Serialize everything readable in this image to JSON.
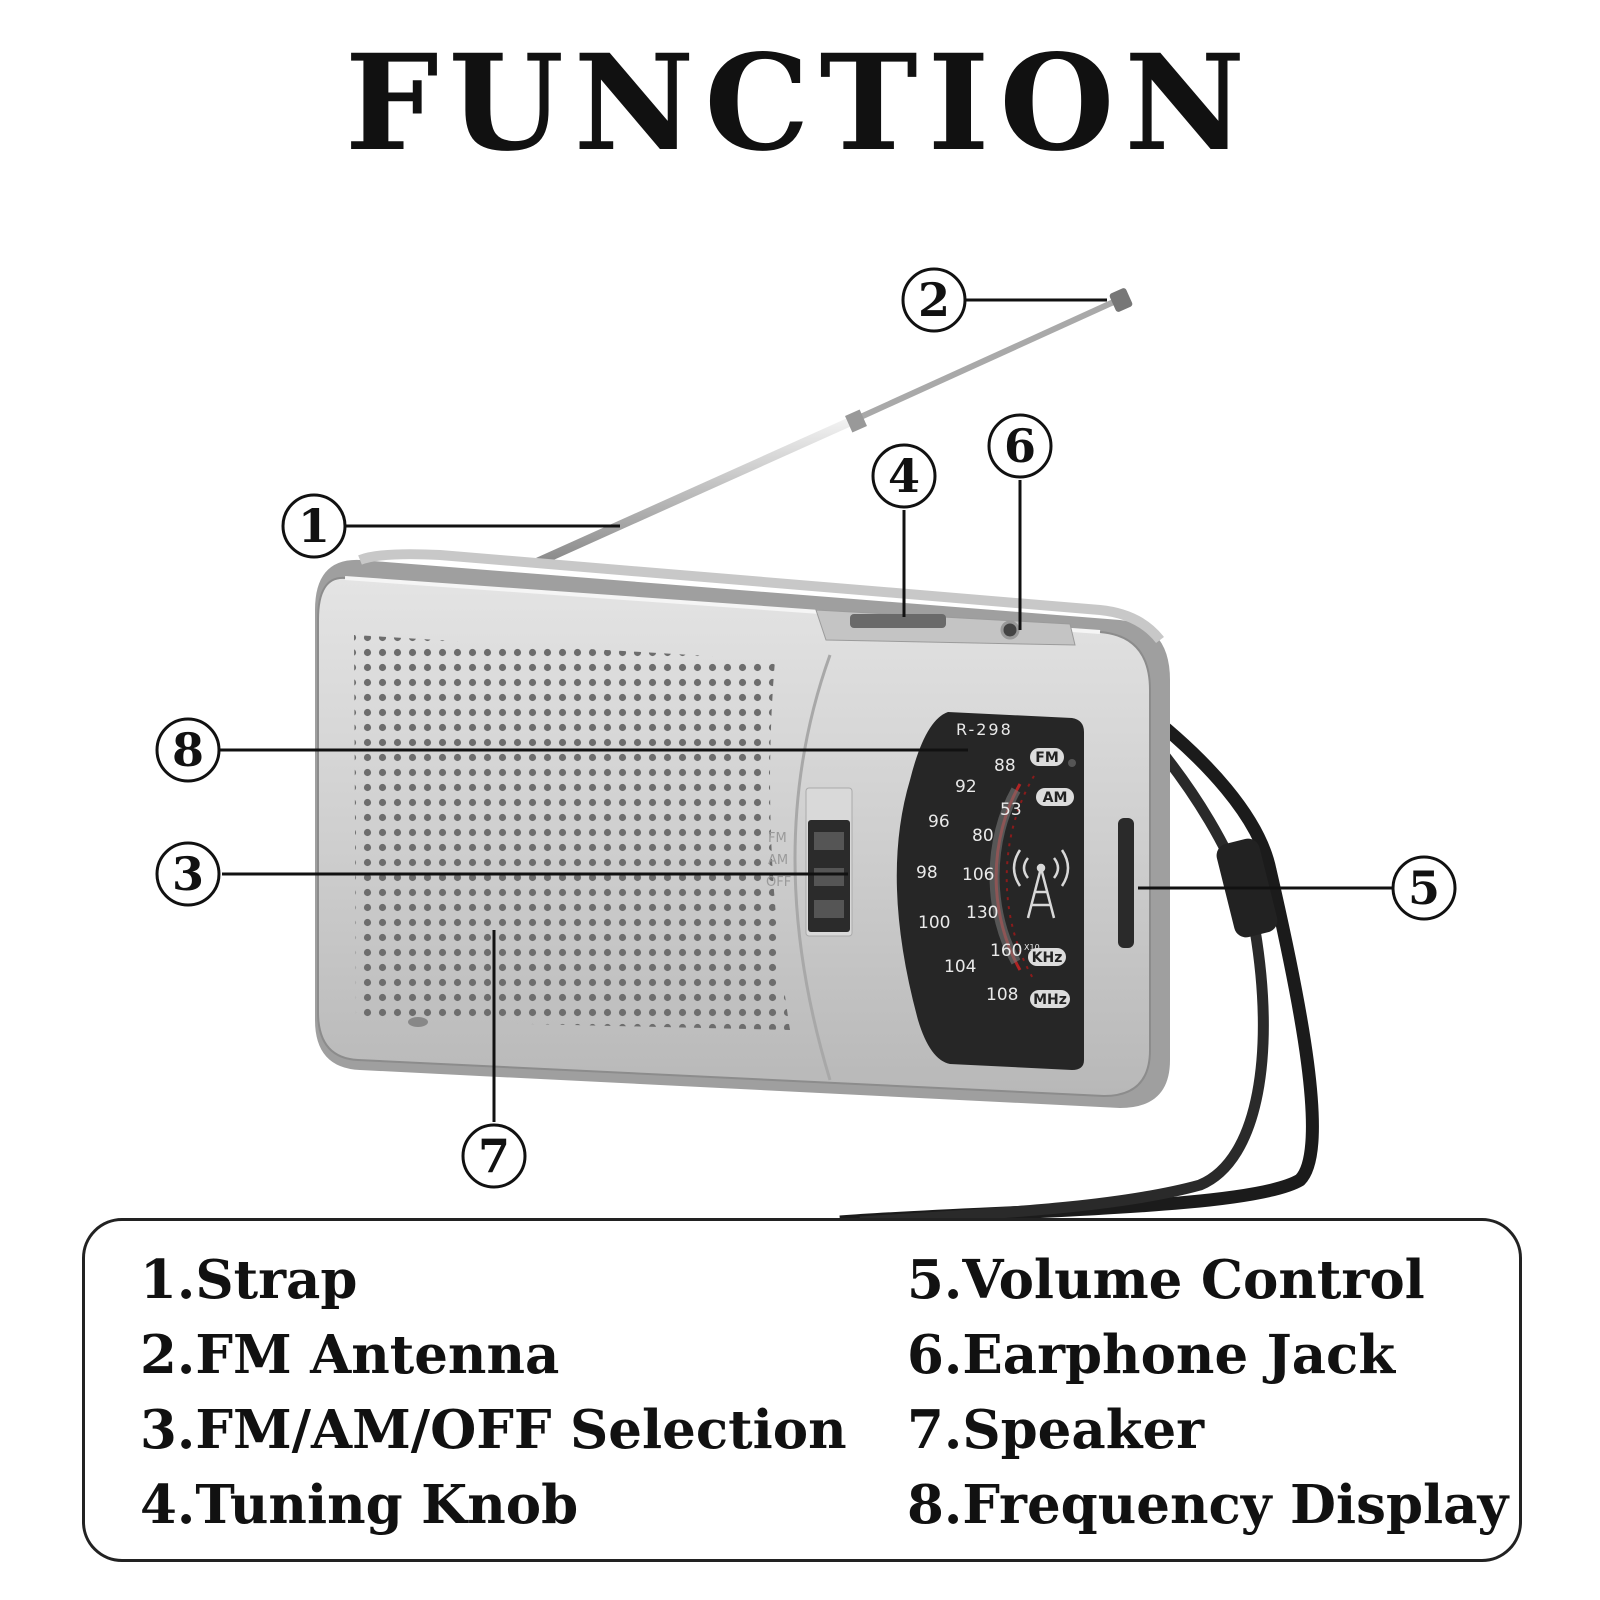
{
  "title": "FUNCTION",
  "callouts": [
    {
      "num": "1"
    },
    {
      "num": "2"
    },
    {
      "num": "3"
    },
    {
      "num": "4"
    },
    {
      "num": "5"
    },
    {
      "num": "6"
    },
    {
      "num": "7"
    },
    {
      "num": "8"
    }
  ],
  "radio": {
    "model": "R-298",
    "switch_labels": [
      "FM",
      "AM",
      "OFF"
    ],
    "band_badges": [
      "FM",
      "AM",
      "KHz",
      "MHz"
    ],
    "fm_scale": [
      "88",
      "92",
      "96",
      "98",
      "100",
      "104",
      "108"
    ],
    "am_scale": [
      "53",
      "80",
      "106",
      "130",
      "160"
    ],
    "am_multiplier": "X10"
  },
  "legend": {
    "left": [
      "1.Strap",
      "2.FM Antenna",
      "3.FM/AM/OFF Selection",
      "4.Tuning Knob"
    ],
    "right": [
      "5.Volume Control",
      "6.Earphone Jack",
      "7.Speaker",
      "8.Frequency Display"
    ]
  }
}
